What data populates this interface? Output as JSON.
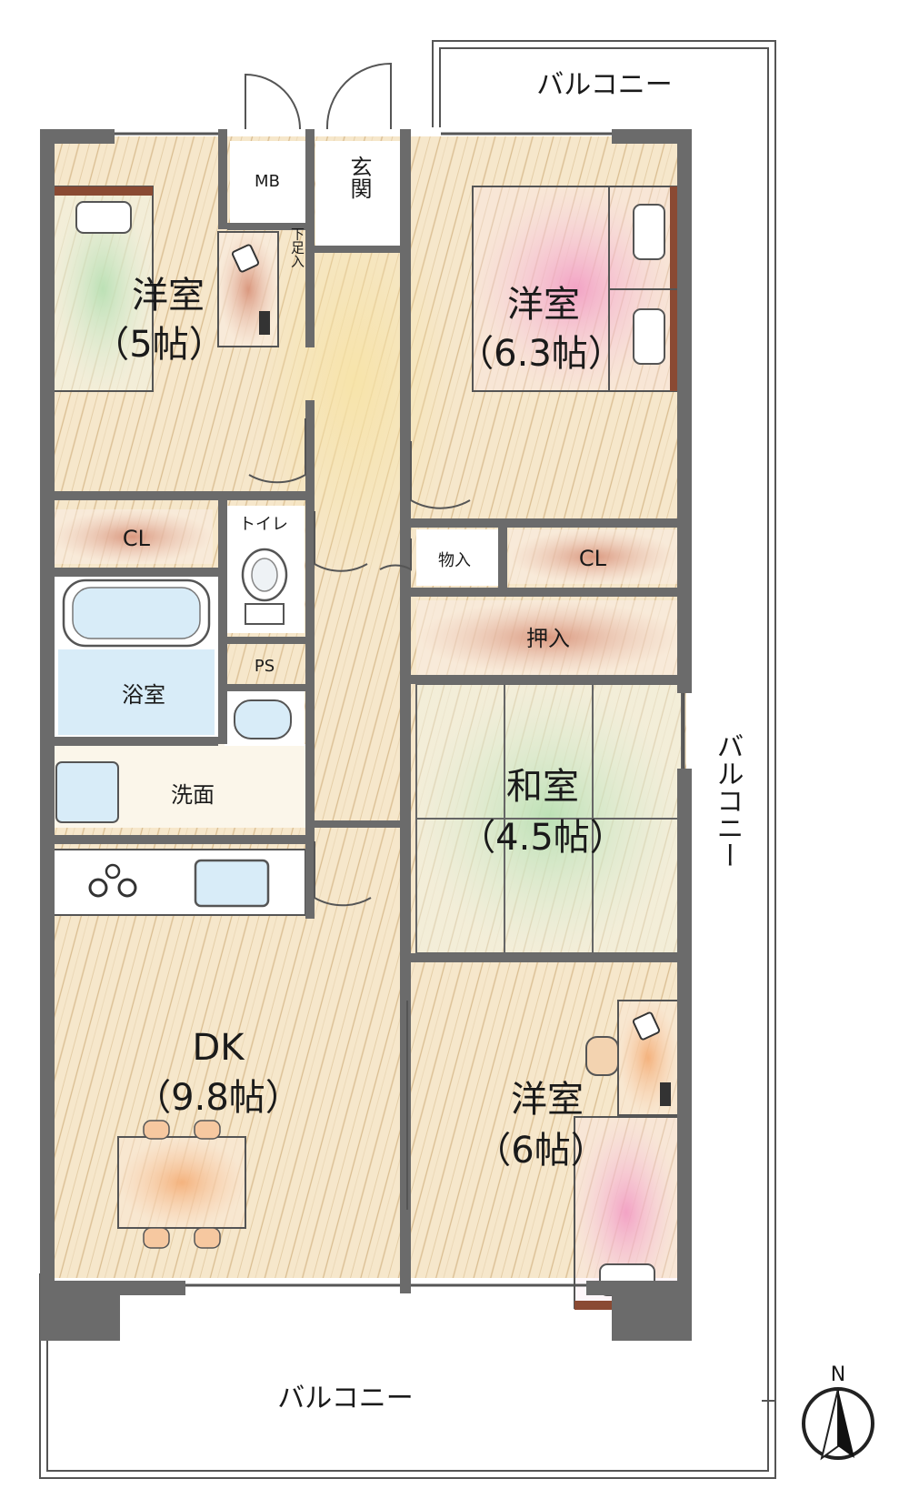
{
  "rooms": {
    "western_5": {
      "name": "洋室",
      "size": "（5帖）"
    },
    "western_63": {
      "name": "洋室",
      "size": "（6.3帖）"
    },
    "western_6": {
      "name": "洋室",
      "size": "（6帖）"
    },
    "japanese_45": {
      "name": "和室",
      "size": "（4.5帖）"
    },
    "dk_98": {
      "name": "DK",
      "size": "（9.8帖）"
    }
  },
  "labels": {
    "mb": "MB",
    "entrance": "玄関",
    "shoe_closet": "下足入",
    "closet_left": "CL",
    "closet_right": "CL",
    "toilet": "トイレ",
    "storage": "物入",
    "oshiire": "押入",
    "ps": "PS",
    "bath": "浴室",
    "washroom": "洗面"
  },
  "balconies": {
    "top": "バルコニー",
    "right": "バルコニー",
    "bottom": "バルコニー"
  },
  "compass": {
    "north": "N"
  },
  "colors": {
    "wood": "#f3e2c2",
    "wall": "#6b6b6b",
    "tatami": "#e8f3e4",
    "bath": "#d8ecf8"
  }
}
